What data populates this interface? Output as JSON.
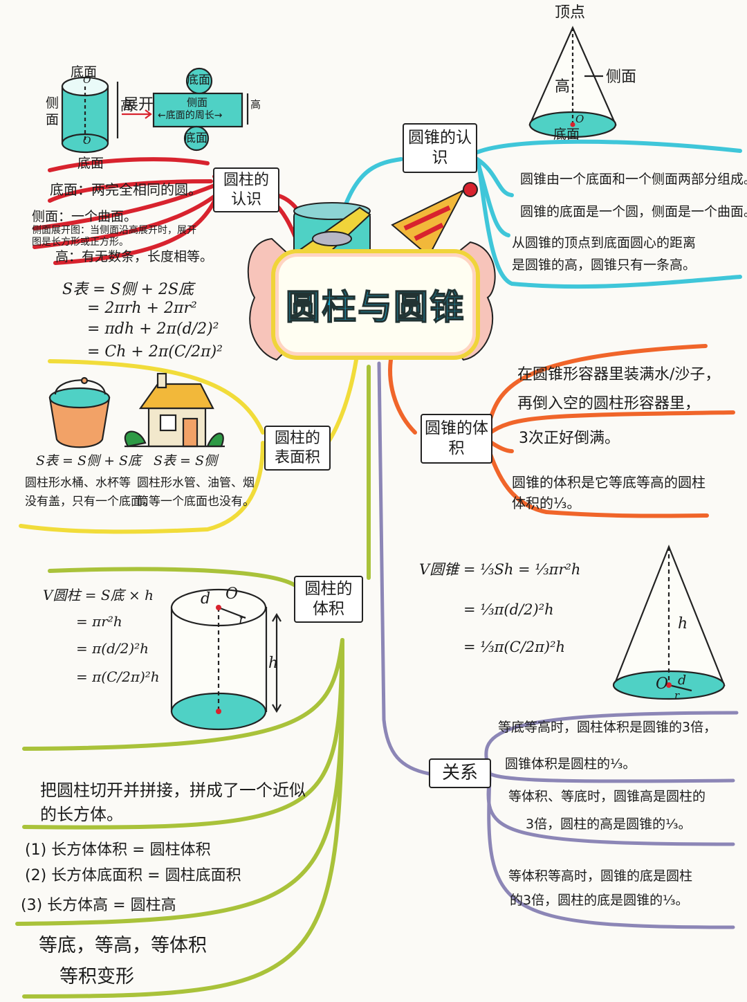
{
  "title": "圆柱与圆锥",
  "colors": {
    "red": "#d8232e",
    "cyan": "#3fc6d9",
    "yellow": "#f1dc3a",
    "orange": "#f0652a",
    "olive": "#a9c23a",
    "purple": "#8c86b6",
    "fill_cyan": "#4fd1c5",
    "fill_orange": "#f2a267"
  },
  "cylinder_knowledge": {
    "label": "圆柱的认识",
    "fig_top": "底面",
    "fig_side": "侧面",
    "fig_height": "高",
    "fig_bottom": "底面",
    "fig_o": "O",
    "unfold": "展开",
    "net_top": "底面",
    "net_side": "侧面",
    "net_perimeter": "←底面的周长→",
    "net_height": "高",
    "net_bottom": "底面",
    "lines": [
      "底面：两完全相同的圆。",
      "侧面：一个曲面。",
      "侧面展开图：当侧面沿高展开时，展开图是长方形或正方形。",
      "高：有无数条，长度相等。"
    ]
  },
  "surface_formula": [
    "S表 = S侧 + 2S底",
    "= 2πrh + 2πr²",
    "= πdh + 2π(d/2)²",
    "= Ch + 2π(C/2π)²"
  ],
  "cylinder_surface": {
    "label": "圆柱的表面积",
    "left_formula": "S表 = S侧 + S底",
    "left_note": [
      "圆柱形水桶、水杯等",
      "没有盖，只有一个底面。"
    ],
    "right_formula": "S表 = S侧",
    "right_note": [
      "圆柱形水管、油管、烟",
      "筒等一个底面也没有。"
    ]
  },
  "cylinder_volume": {
    "label": "圆柱的体积",
    "formula": [
      "V圆柱 = S底 × h",
      "= πr²h",
      "= π(d/2)²h",
      "= π(C/2π)²h"
    ],
    "fig_d": "d",
    "fig_o": "O",
    "fig_r": "r",
    "fig_h": "h",
    "derive": [
      "把圆柱切开并拼接，拼成了一个近似",
      "的长方体。"
    ],
    "items": [
      "(1) 长方体体积 = 圆柱体积",
      "(2) 长方体底面积 = 圆柱底面积",
      "(3) 长方体高 = 圆柱高"
    ],
    "summary": [
      "等底，等高，等体积",
      "等积变形"
    ]
  },
  "cone_knowledge": {
    "label": "圆锥的认识",
    "fig_vertex": "顶点",
    "fig_height": "高",
    "fig_side": "侧面",
    "fig_bottom": "底面",
    "fig_o": "O",
    "lines": [
      "圆锥由一个底面和一个侧面两部分组成。",
      "圆锥的底面是一个圆，侧面是一个曲面。",
      "从圆锥的顶点到底面圆心的距离",
      "是圆锥的高，圆锥只有一条高。"
    ]
  },
  "cone_volume": {
    "label": "圆锥的体积",
    "exp": [
      "在圆锥形容器里装满水/沙子，",
      "再倒入空的圆柱形容器里，",
      "3次正好倒满。"
    ],
    "note": [
      "圆锥的体积是它等底等高的圆柱",
      "体积的⅓。"
    ],
    "formula": [
      "V圆锥 = ⅓Sh = ⅓πr²h",
      "= ⅓π(d/2)²h",
      "= ⅓π(C/2π)²h"
    ],
    "fig_h": "h",
    "fig_o": "O",
    "fig_d": "d",
    "fig_r": "r"
  },
  "relation": {
    "label": "关系",
    "lines": [
      "等底等高时，圆柱体积是圆锥的3倍，",
      "圆锥体积是圆柱的⅓。",
      "等体积、等底时，圆锥高是圆柱的",
      "3倍，圆柱的高是圆锥的⅓。",
      "等体积等高时，圆锥的底是圆柱",
      "的3倍，圆柱的底是圆锥的⅓。"
    ]
  }
}
